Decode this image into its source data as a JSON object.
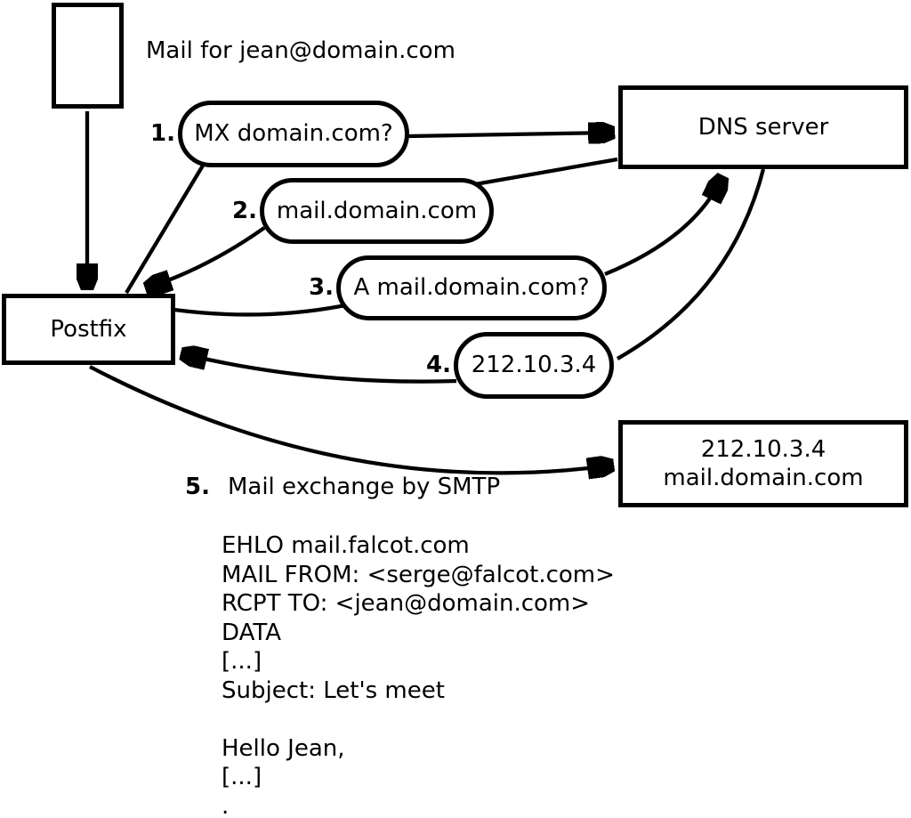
{
  "diagram": {
    "sender_note": "Mail for jean@domain.com",
    "nodes": {
      "postfix": {
        "label": "Postfix"
      },
      "dns_server": {
        "label": "DNS server"
      },
      "destination": {
        "line1": "212.10.3.4",
        "line2": "mail.domain.com"
      }
    },
    "steps": [
      {
        "num": "1.",
        "label": "MX domain.com?"
      },
      {
        "num": "2.",
        "label": "mail.domain.com"
      },
      {
        "num": "3.",
        "label": "A mail.domain.com?"
      },
      {
        "num": "4.",
        "label": "212.10.3.4"
      },
      {
        "num": "5.",
        "label": "Mail exchange by SMTP"
      }
    ],
    "smtp_session": {
      "lines": [
        "EHLO mail.falcot.com",
        "MAIL FROM: <serge@falcot.com>",
        "RCPT TO: <jean@domain.com>",
        "DATA",
        "[...]",
        "Subject: Let's meet",
        "",
        "Hello Jean,",
        "[...]",
        "."
      ]
    },
    "colors": {
      "stroke": "#000000",
      "background": "#ffffff"
    }
  }
}
